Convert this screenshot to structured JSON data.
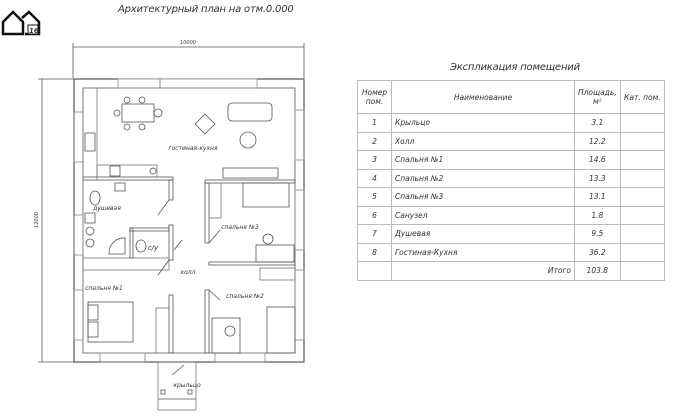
{
  "logo": {
    "text": "16"
  },
  "plan": {
    "title": "Архитектурный план на отм.0.000",
    "dimension_width": "10000",
    "dimension_height": "12000",
    "rooms": {
      "living_kitchen": "гостиная-кухня",
      "shower": "душевая",
      "bedroom3": "спальня №3",
      "wc": "с/у",
      "hall": "холл",
      "bedroom1": "спальня №1",
      "bedroom2": "спальня №2",
      "porch": "крыльцо"
    }
  },
  "explication": {
    "title": "Экспликация помещений",
    "headers": {
      "number": "Номер пом.",
      "name": "Наименование",
      "area": "Площадь, м²",
      "category": "Кат. пом."
    },
    "rows": [
      {
        "num": "1",
        "name": "Крыльцо",
        "area": "3.1",
        "cat": ""
      },
      {
        "num": "2",
        "name": "Холл",
        "area": "12.2",
        "cat": ""
      },
      {
        "num": "3",
        "name": "Спальня №1",
        "area": "14.6",
        "cat": ""
      },
      {
        "num": "4",
        "name": "Спальня №2",
        "area": "13.3",
        "cat": ""
      },
      {
        "num": "5",
        "name": "Спальня №3",
        "area": "13.1",
        "cat": ""
      },
      {
        "num": "6",
        "name": "Санузел",
        "area": "1.8",
        "cat": ""
      },
      {
        "num": "7",
        "name": "Душевая",
        "area": "9.5",
        "cat": ""
      },
      {
        "num": "8",
        "name": "Гостиная-Кухня",
        "area": "36.2",
        "cat": ""
      }
    ],
    "total_label": "Итого",
    "total_value": "103.8"
  }
}
